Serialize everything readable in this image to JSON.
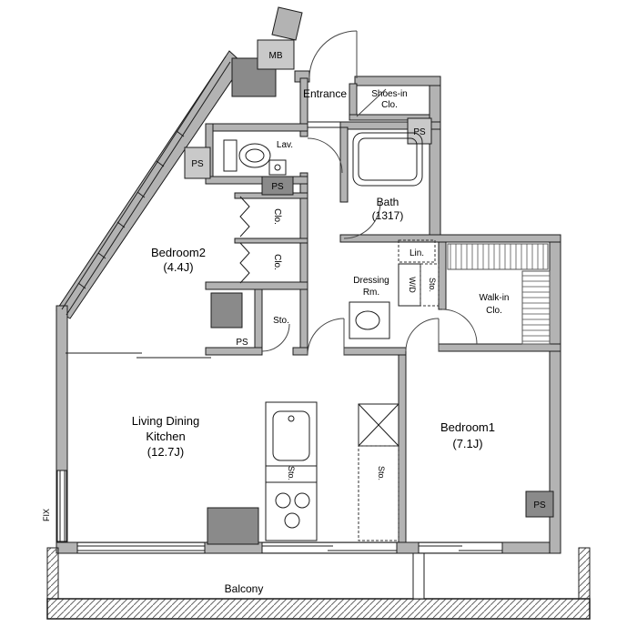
{
  "colors": {
    "wall_fill": "#b3b3b3",
    "pillar_fill": "#8a8a8a",
    "light_box_fill": "#c9c9c9",
    "line": "#1c1c1c",
    "background": "#ffffff"
  },
  "labels": {
    "mb": "MB",
    "entrance": "Entrance",
    "shoes_line1": "Shoes-in",
    "shoes_line2": "Clo.",
    "ps": "PS",
    "lav": "Lav.",
    "bath_line1": "Bath",
    "bath_line2": "(1317)",
    "clo": "Clo.",
    "bedroom2_line1": "Bedroom2",
    "bedroom2_line2": "(4.4J)",
    "lin": "Lin.",
    "dressing_line1": "Dressing",
    "dressing_line2": "Rm.",
    "wd": "W/D",
    "sto": "Sto.",
    "walkin_line1": "Walk-in",
    "walkin_line2": "Clo.",
    "bedroom1_line1": "Bedroom1",
    "bedroom1_line2": "(7.1J)",
    "ldk_line1": "Living Dining",
    "ldk_line2": "Kitchen",
    "ldk_line3": "(12.7J)",
    "fix": "FIX",
    "balcony": "Balcony"
  }
}
